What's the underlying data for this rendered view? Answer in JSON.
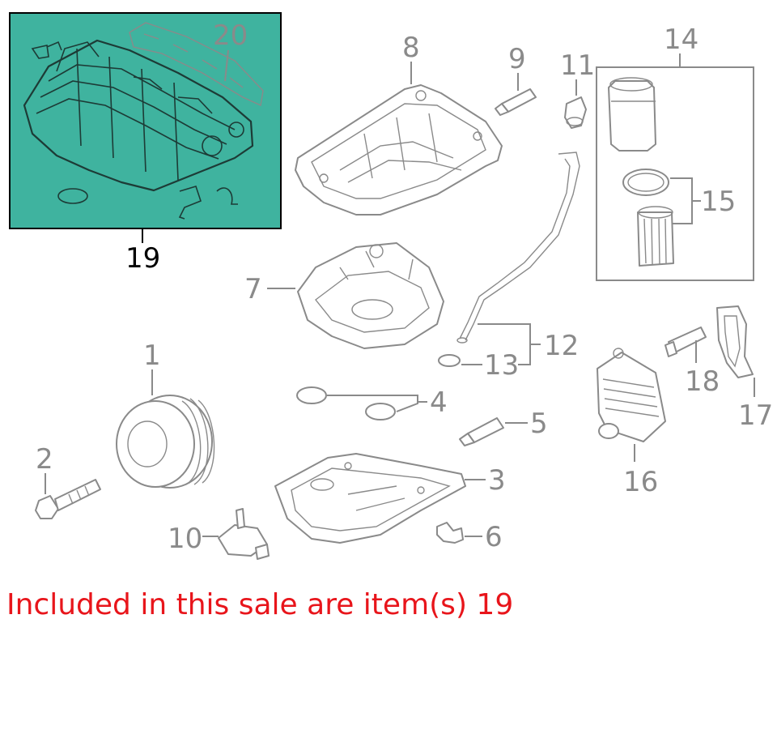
{
  "callouts": {
    "c1": "1",
    "c2": "2",
    "c3": "3",
    "c4": "4",
    "c5": "5",
    "c6": "6",
    "c7": "7",
    "c8": "8",
    "c9": "9",
    "c10": "10",
    "c11": "11",
    "c12": "12",
    "c13": "13",
    "c14": "14",
    "c15": "15",
    "c16": "16",
    "c17": "17",
    "c18": "18",
    "c19": "19",
    "c20": "20"
  },
  "highlight": {
    "item": "19",
    "fill_color": "#3fb39f"
  },
  "sale_note": "Included in this sale are item(s) 19",
  "colors": {
    "callout": "#8a8a8a",
    "note": "#e8151b",
    "highlight_box": "#3fb39f"
  }
}
